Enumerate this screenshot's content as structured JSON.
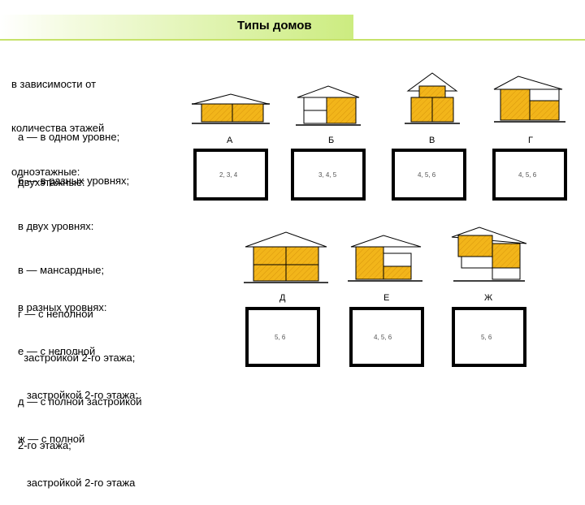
{
  "title": "Типы домов",
  "left_text": {
    "one_story": [
      "в зависимости от",
      "количества этажей",
      "одноэтажные:"
    ],
    "one_story_items": [
      "а — в одном уровне;",
      "б — в разных уровнях;"
    ],
    "two_story": [
      "двухэтажные:",
      "в двух уровнях:",
      "в — мансардные;",
      "г — с неполной",
      "  застройкой 2-го этажа;",
      "д — с полной застройкой",
      "2-го этажа;"
    ],
    "split_level": [
      "в разных уровнях:",
      "е — с неполной",
      "   застройкой 2-го этажа;",
      "ж — с полной",
      "   застройкой 2-го этажа"
    ]
  },
  "houses": {
    "a": {
      "letter": "А",
      "plan": "2, 3, 4"
    },
    "b": {
      "letter": "Б",
      "plan": "3, 4, 5"
    },
    "v": {
      "letter": "В",
      "plan": "4, 5, 6"
    },
    "g": {
      "letter": "Г",
      "plan": "4, 5, 6"
    },
    "d": {
      "letter": "Д",
      "plan": "5, 6"
    },
    "e": {
      "letter": "Е",
      "plan": "4, 5, 6"
    },
    "zh": {
      "letter": "Ж",
      "plan": "5, 6"
    }
  },
  "colors": {
    "fill": "#f2b51a",
    "outline": "#000000",
    "accent": "#ccec80"
  }
}
